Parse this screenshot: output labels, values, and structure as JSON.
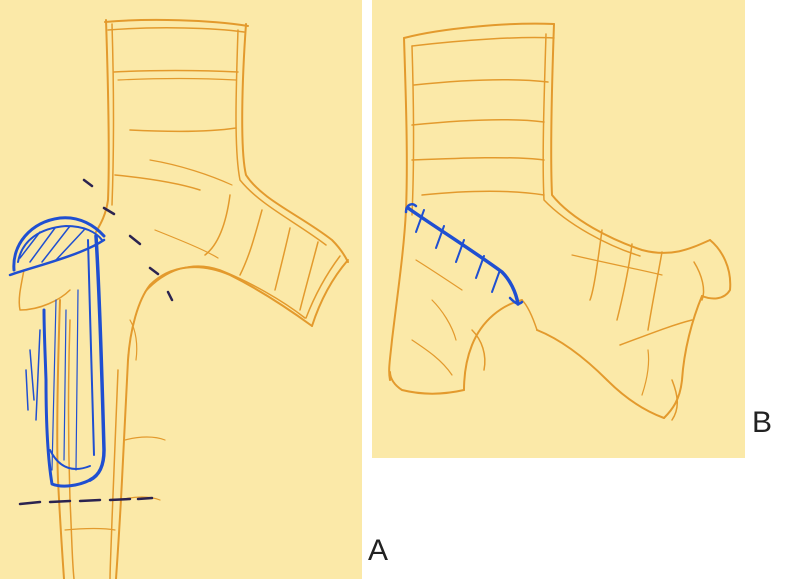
{
  "colors": {
    "background": "#fbe9a8",
    "outline": "#e39a2d",
    "blue_ink": "#1f4fd1",
    "dark_ink": "#2b2350",
    "label_text": "#222222"
  },
  "panels": [
    {
      "id": "A",
      "label": "A"
    },
    {
      "id": "B",
      "label": "B"
    }
  ]
}
